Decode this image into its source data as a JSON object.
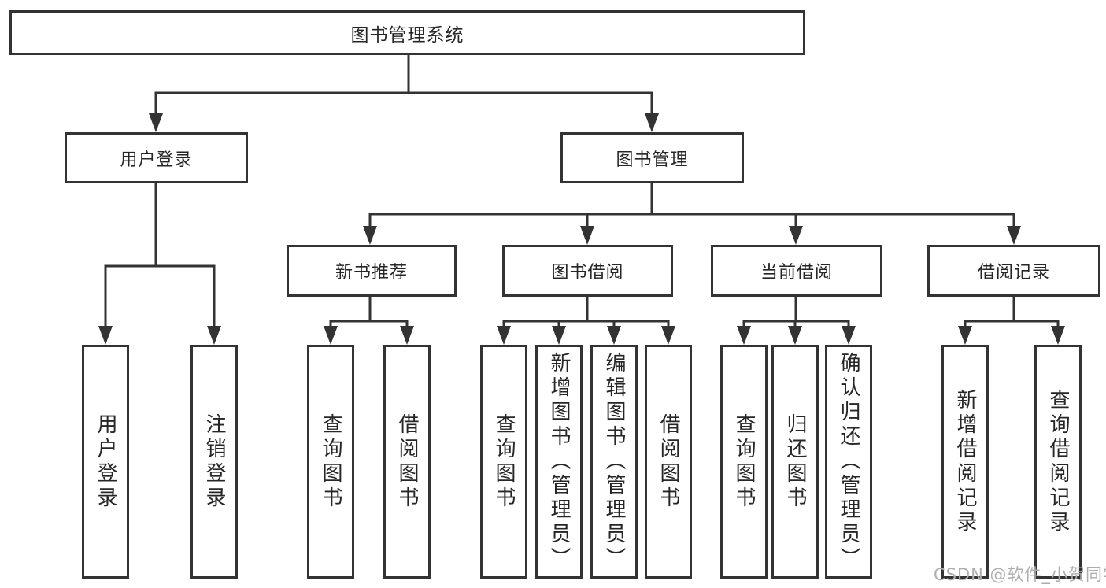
{
  "diagram": {
    "type": "hierarchy-tree",
    "watermark": "CSDN @软件_小贺同学",
    "colors": {
      "line": "#333333",
      "box_border": "#333333",
      "box_background": "#ffffff",
      "text": "#262626",
      "watermark_text": "#aeaeae"
    }
  },
  "nodes": {
    "root": {
      "label": "图书管理系统"
    },
    "user_login": {
      "label": "用户登录"
    },
    "book_mgmt": {
      "label": "图书管理"
    },
    "new_books": {
      "label": "新书推荐"
    },
    "borrowing": {
      "label": "图书借阅"
    },
    "current": {
      "label": "当前借阅"
    },
    "records": {
      "label": "借阅记录"
    },
    "ul_login": {
      "label": "用户登录"
    },
    "ul_logout": {
      "label": "注销登录"
    },
    "nb_query": {
      "label": "查询图书"
    },
    "nb_borrow": {
      "label": "借阅图书"
    },
    "bb_query": {
      "label": "查询图书"
    },
    "bb_add": {
      "label": "新增图书（管理员）"
    },
    "bb_edit": {
      "label": "编辑图书（管理员）"
    },
    "bb_borrow": {
      "label": "借阅图书"
    },
    "cb_query": {
      "label": "查询图书"
    },
    "cb_return": {
      "label": "归还图书"
    },
    "cb_confirm": {
      "label": "确认归还（管理员）"
    },
    "br_add": {
      "label": "新增借阅记录"
    },
    "br_query": {
      "label": "查询借阅记录"
    }
  },
  "structure": {
    "root": [
      "user_login",
      "book_mgmt"
    ],
    "user_login": [
      "ul_login",
      "ul_logout"
    ],
    "book_mgmt": [
      "new_books",
      "borrowing",
      "current",
      "records"
    ],
    "new_books": [
      "nb_query",
      "nb_borrow"
    ],
    "borrowing": [
      "bb_query",
      "bb_add",
      "bb_edit",
      "bb_borrow"
    ],
    "current": [
      "cb_query",
      "cb_return",
      "cb_confirm"
    ],
    "records": [
      "br_add",
      "br_query"
    ]
  }
}
